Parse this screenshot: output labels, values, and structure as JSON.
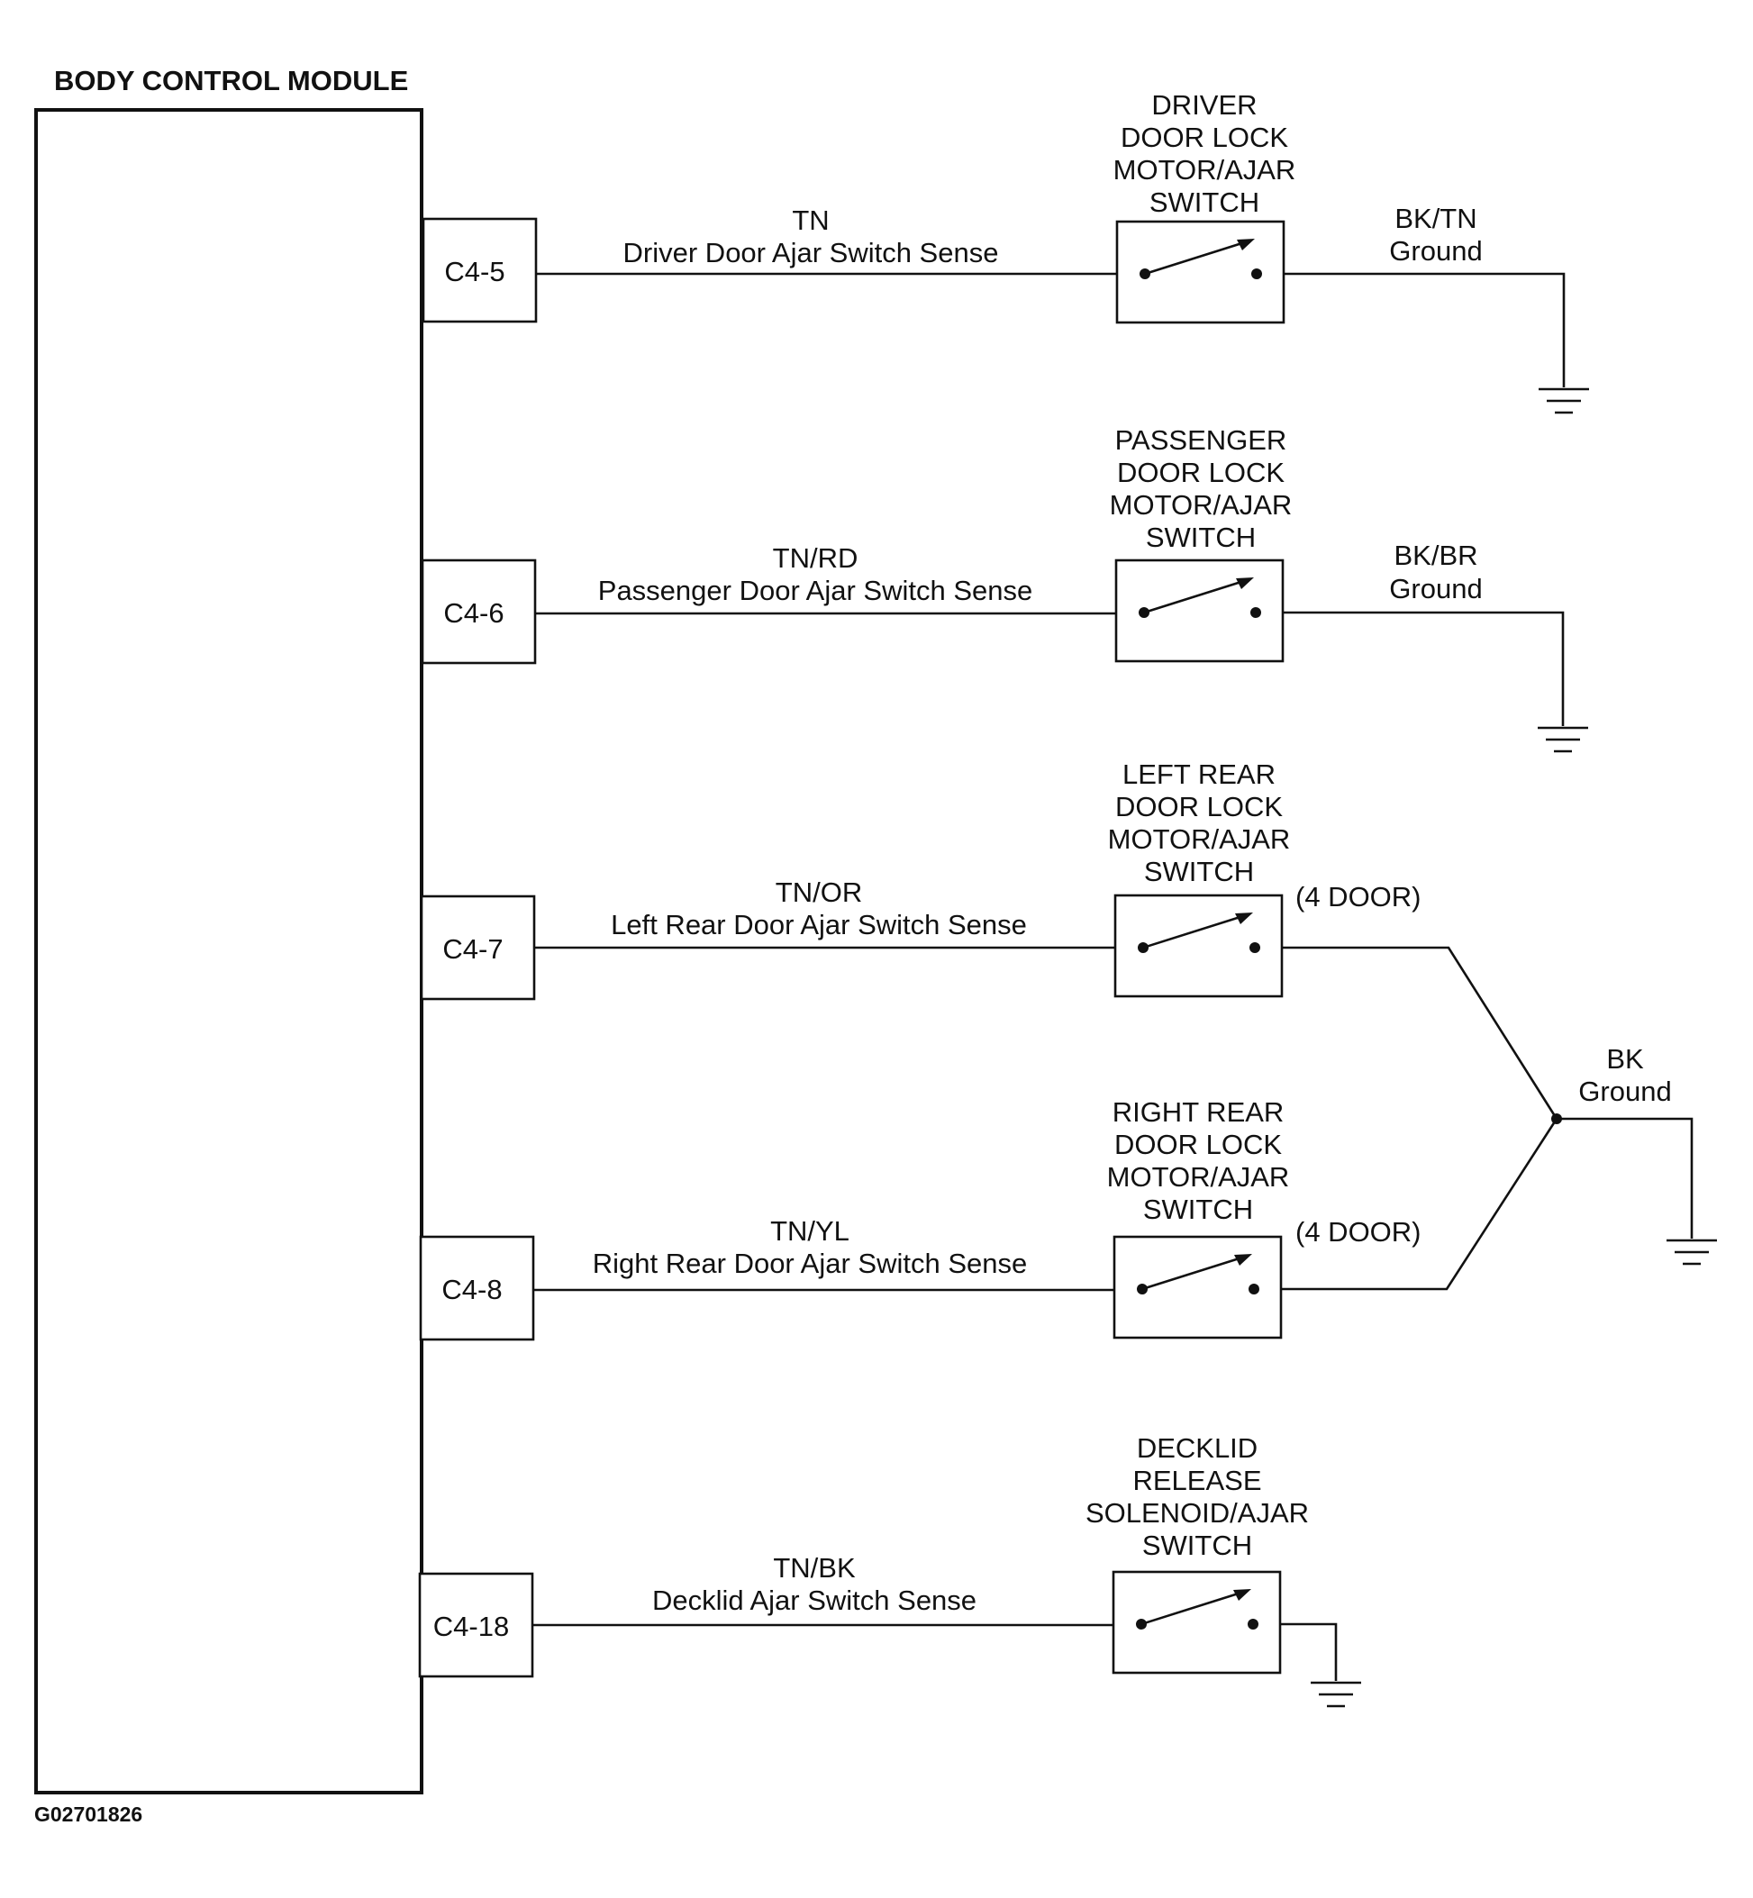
{
  "module": {
    "title": "BODY CONTROL MODULE"
  },
  "figure_id": "G02701826",
  "circuits": [
    {
      "connector": "C4-5",
      "wire_color": "TN",
      "signal": "Driver Door Ajar Switch Sense",
      "component": [
        "DRIVER",
        "DOOR LOCK",
        "MOTOR/AJAR",
        "SWITCH"
      ],
      "option": "",
      "ground_color": "BK/TN",
      "ground_label": "Ground"
    },
    {
      "connector": "C4-6",
      "wire_color": "TN/RD",
      "signal": "Passenger Door Ajar Switch Sense",
      "component": [
        "PASSENGER",
        "DOOR LOCK",
        "MOTOR/AJAR",
        "SWITCH"
      ],
      "option": "",
      "ground_color": "BK/BR",
      "ground_label": "Ground"
    },
    {
      "connector": "C4-7",
      "wire_color": "TN/OR",
      "signal": "Left Rear Door Ajar Switch Sense",
      "component": [
        "LEFT REAR",
        "DOOR LOCK",
        "MOTOR/AJAR",
        "SWITCH"
      ],
      "option": "(4 DOOR)",
      "ground_color": "",
      "ground_label": ""
    },
    {
      "connector": "C4-8",
      "wire_color": "TN/YL",
      "signal": "Right Rear Door Ajar Switch Sense",
      "component": [
        "RIGHT REAR",
        "DOOR LOCK",
        "MOTOR/AJAR",
        "SWITCH"
      ],
      "option": "(4 DOOR)",
      "ground_color": "",
      "ground_label": ""
    },
    {
      "connector": "C4-18",
      "wire_color": "TN/BK",
      "signal": "Decklid Ajar Switch Sense",
      "component": [
        "DECKLID",
        "RELEASE",
        "SOLENOID/AJAR",
        "SWITCH"
      ],
      "option": "",
      "ground_color": "",
      "ground_label": ""
    }
  ],
  "shared_ground": {
    "color": "BK",
    "label": "Ground"
  }
}
